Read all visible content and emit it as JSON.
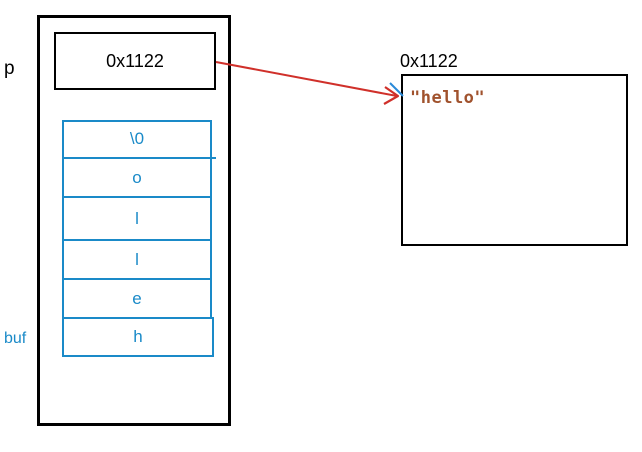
{
  "stack": {
    "pointer_label": "p",
    "pointer_value": "0x1122",
    "buffer_label": "buf",
    "buffer_cells": [
      "\\0",
      "o",
      "l",
      "l",
      "e",
      "h"
    ]
  },
  "heap": {
    "address": "0x1122",
    "content": "\"hello\""
  },
  "colors": {
    "buffer": "#1a8ac8",
    "arrow": "#d0302a",
    "arrow_tip": "#2a8ad8",
    "string": "#a0522d"
  }
}
